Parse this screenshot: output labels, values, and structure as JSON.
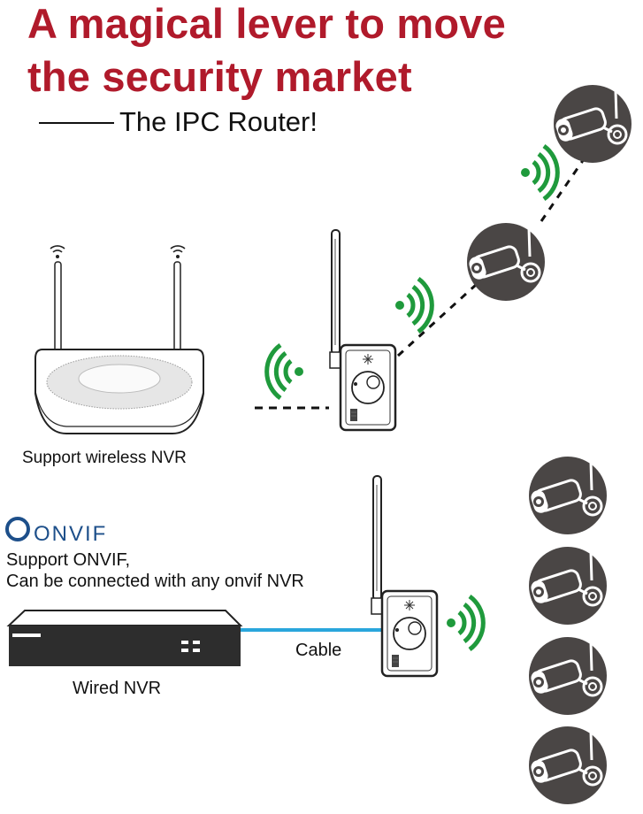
{
  "header": {
    "title_line1": "A magical lever to move",
    "title_line2": "the security market",
    "subtitle": "The IPC Router!"
  },
  "labels": {
    "wireless_nvr": "Support wireless NVR",
    "onvif_logo": "ONVIF",
    "onvif_line1": "Support ONVIF,",
    "onvif_line2": "Can be connected with any onvif NVR",
    "cable": "Cable",
    "wired_nvr": "Wired NVR"
  },
  "icons": [
    "wireless-nvr-icon",
    "ipc-router-icon",
    "ip-camera-icon",
    "wifi-signal-icon",
    "wired-nvr-icon",
    "onvif-logo-icon"
  ],
  "colors": {
    "title": "#b01a2b",
    "signal": "#1f9a3c",
    "camera_disc": "#4a4645",
    "cable": "#2aa6dc",
    "onvif_logo": "#1d4f8a"
  }
}
